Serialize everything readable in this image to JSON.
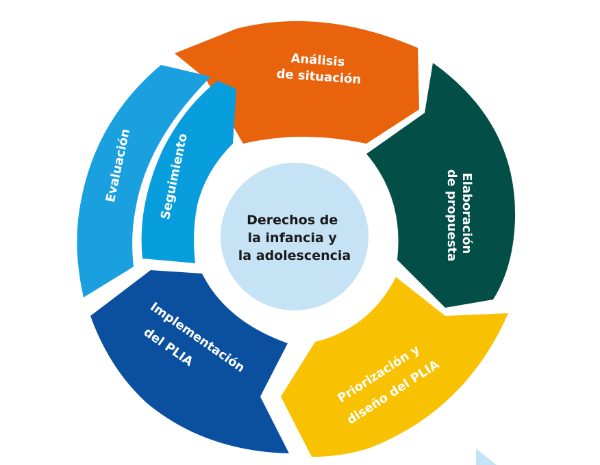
{
  "center": {
    "lines": [
      "Derechos de",
      "la infancia y",
      "la adolescencia"
    ],
    "color": "#c6e2f5"
  },
  "segments": {
    "analisis": {
      "lines": [
        "Análisis",
        "de situación"
      ],
      "color": "#e8630c"
    },
    "elaboracion": {
      "lines": [
        "Elaboración",
        "de propuesta"
      ],
      "color": "#044e48"
    },
    "priorizacion": {
      "lines": [
        "Priorización y",
        "diseño del PLIA"
      ],
      "color": "#f8c202"
    },
    "implementacion": {
      "lines": [
        "Implementación",
        "del PLIA"
      ],
      "color": "#0b4f9f"
    },
    "evaluacion": {
      "lines": [
        "Evaluación"
      ],
      "color": "#1aa0df"
    },
    "seguimiento": {
      "lines": [
        "Seguimiento"
      ],
      "color": "#089ddc"
    }
  }
}
